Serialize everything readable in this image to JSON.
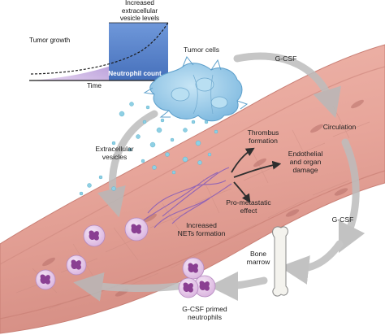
{
  "inset": {
    "title": "Increased\nextracellular\nvesicle levels",
    "tumor_growth": "Tumor growth",
    "neutrophil_count": "Neutrophil count",
    "time": "Time"
  },
  "labels": {
    "tumor_cells": "Tumor cells",
    "gcsf_top": "G-CSF",
    "circulation": "Circulation",
    "thrombus": "Thrombus\nformation",
    "endothelial": "Endothelial\nand organ\ndamage",
    "extracellular_vesicles": "Extracellular\nvesicles",
    "pro_metastatic": "Pro-metastatic\neffect",
    "gcsf_right": "G-CSF",
    "nets": "Increased\nNETs formation",
    "bone_marrow": "Bone\nmarrow",
    "primed_neutrophils": "G-CSF primed\nneutrophils"
  },
  "colors": {
    "vessel": "#e7a59a",
    "vessel_dark": "#c97f75",
    "inset_fill": "#8a6cc4",
    "inset_block": "#5a86cf",
    "tumor_cell": "#8fc5e6",
    "vesicle": "#8fd0e4",
    "neutrophil": "#e8c7ea",
    "nucleus": "#8a3f92",
    "arrow": "#bdbdbd",
    "dark_arrow": "#2e2e2e"
  }
}
